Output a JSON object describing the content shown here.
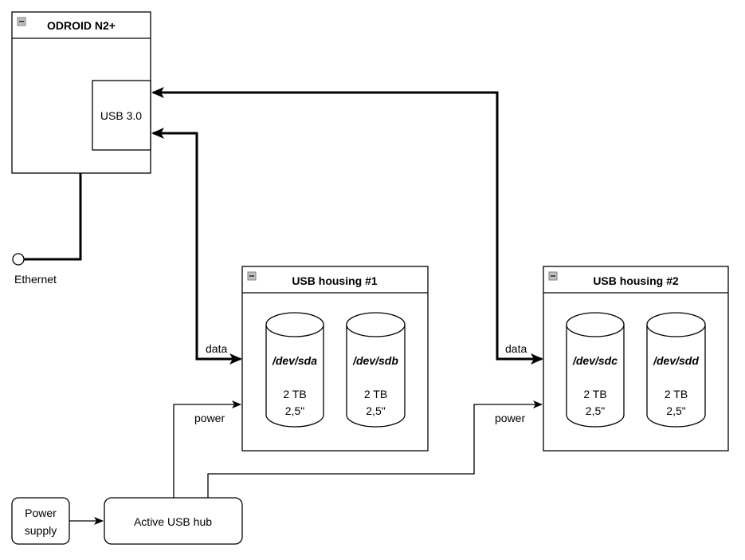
{
  "nodes": {
    "odroid": {
      "title": "ODROID N2+",
      "port_label": "USB 3.0"
    },
    "ethernet": {
      "label": "Ethernet"
    },
    "housing1": {
      "title": "USB housing #1",
      "disks": [
        {
          "device": "/dev/sda",
          "capacity": "2 TB",
          "size": "2,5\""
        },
        {
          "device": "/dev/sdb",
          "capacity": "2 TB",
          "size": "2,5\""
        }
      ]
    },
    "housing2": {
      "title": "USB housing #2",
      "disks": [
        {
          "device": "/dev/sdc",
          "capacity": "2 TB",
          "size": "2,5\""
        },
        {
          "device": "/dev/sdd",
          "capacity": "2 TB",
          "size": "2,5\""
        }
      ]
    },
    "power_supply": {
      "line1": "Power",
      "line2": "supply"
    },
    "usb_hub": {
      "label": "Active USB hub"
    }
  },
  "edges": {
    "data1": {
      "label": "data"
    },
    "data2": {
      "label": "data"
    },
    "power1": {
      "label": "power"
    },
    "power2": {
      "label": "power"
    }
  },
  "colors": {
    "stroke": "#000000",
    "background": "#ffffff",
    "collapse_icon_fill": "#c0c0c0",
    "collapse_icon_border": "#808080"
  }
}
